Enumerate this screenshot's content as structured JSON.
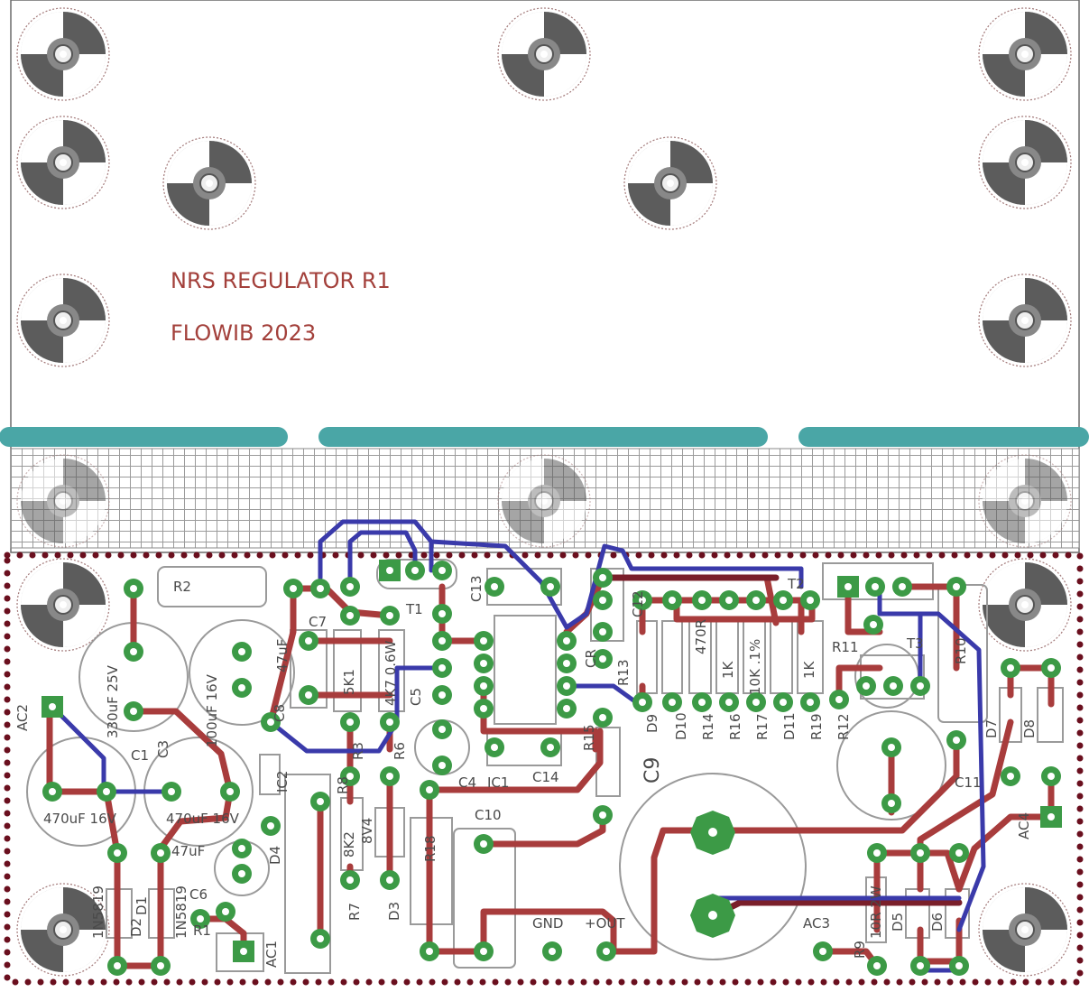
{
  "board": {
    "title_line1": "NRS REGULATOR R1",
    "title_line2": "FLOWIB 2023"
  },
  "colors": {
    "outline": "#6b6b6b",
    "top_copper": "#a83c3c",
    "bottom_copper": "#3a3aaa",
    "pad": "#3c9a46",
    "silkscreen": "#9a9a9a",
    "label": "#4a4a4a",
    "title_text": "#a3403b",
    "teal_strip": "#4aa6a6",
    "keepout_dots": "#6a0f1e"
  },
  "labels": {
    "R2": "R2",
    "C7": "C7",
    "T1": "T1",
    "C13": "C13",
    "C12": "C12",
    "T2": "T2",
    "R11": "R11",
    "T3": "T3",
    "R10": "R10",
    "AC2": "AC2",
    "C1": "C1",
    "C3": "C3",
    "C1_val": "330uF 25V",
    "C3_val": "100uF 16V",
    "C4_val": "47uF",
    "R5_val": "5K1",
    "R4_val": "4K7 0.6W",
    "C5": "C5",
    "R3": "R3",
    "C8": "C8",
    "R6": "R6",
    "R15": "R15",
    "R13": "R13",
    "CR": "CR",
    "D9": "D9",
    "D10": "D10",
    "R14": "R14",
    "R16": "R16",
    "R17": "R17",
    "D11": "D11",
    "R19": "R19",
    "R12": "R12",
    "R14_val": "470R",
    "R16_val": "1K",
    "R17_val": "10K .1%",
    "R19_val": "1K",
    "D7": "D7",
    "D8": "D8",
    "C11": "C11",
    "C9": "C9",
    "C4": "C4",
    "IC1": "IC1",
    "C14": "C14",
    "C10": "C10",
    "R18": "R18",
    "C2_val": "470uF 16V",
    "C2b_val": "470uF 16V",
    "C6_val": "47uF",
    "C6": "C6",
    "D4": "D4",
    "D3": "D3",
    "R8": "R8",
    "R8_val": "8K2",
    "D3_val": "8V4",
    "R7": "R7",
    "R1": "R1",
    "AC1": "AC1",
    "D1": "D1",
    "D2": "D2",
    "D1_val": "1N5819",
    "D2_val": "1N5819",
    "GND": "GND",
    "OUT": "+OUT",
    "AC3": "AC3",
    "R9": "R9",
    "R9_val": "10R 2W",
    "D5": "D5",
    "D6": "D6",
    "AC4": "AC4",
    "IC2": "IC2"
  }
}
